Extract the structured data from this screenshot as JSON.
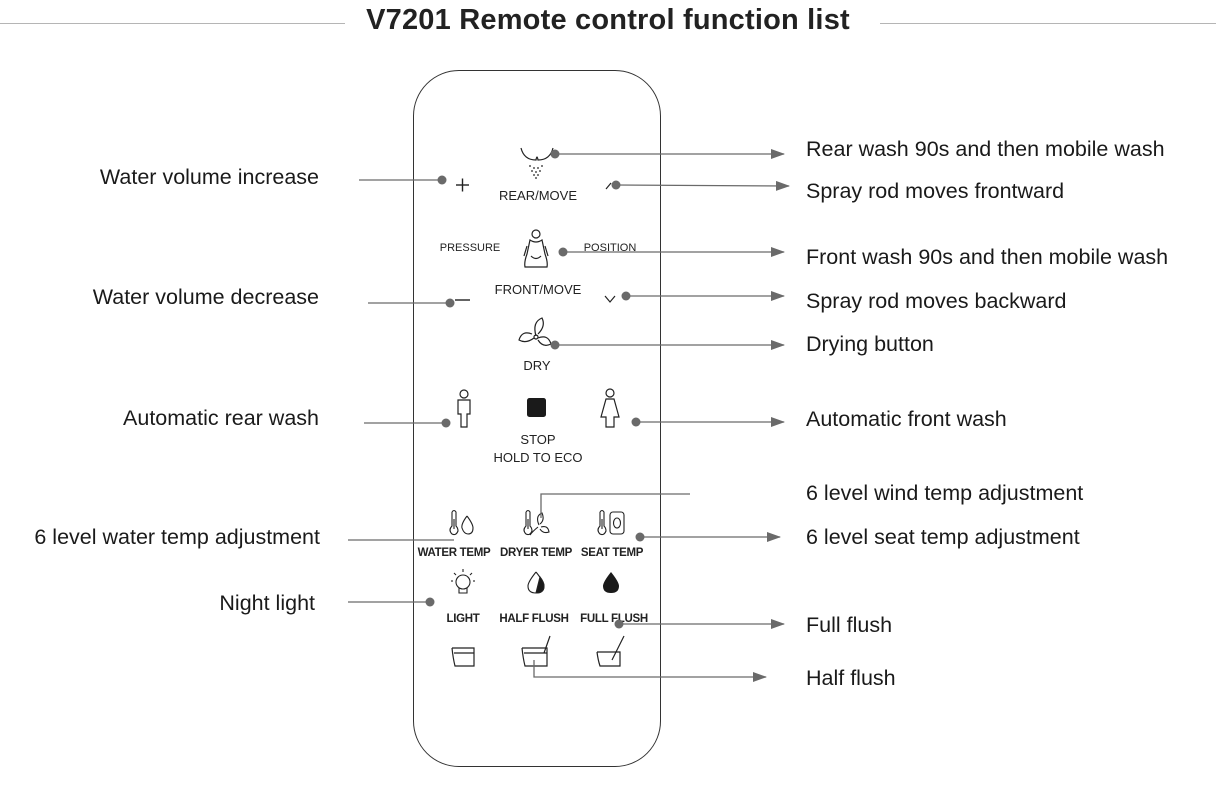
{
  "title": "V7201 Remote control function list",
  "remote": {
    "rear_move": "REAR/MOVE",
    "pressure": "PRESSURE",
    "position": "POSITION",
    "front_move": "FRONT/MOVE",
    "dry": "DRY",
    "stop": "STOP",
    "hold_to_eco": "HOLD TO ECO",
    "water_temp": "WATER TEMP",
    "dryer_temp": "DRYER TEMP",
    "seat_temp": "SEAT TEMP",
    "light": "LIGHT",
    "half_flush": "HALF FLUSH",
    "full_flush": "FULL FLUSH"
  },
  "left_labels": {
    "water_volume_increase": "Water volume increase",
    "water_volume_decrease": "Water volume decrease",
    "automatic_rear_wash": "Automatic rear wash",
    "water_temp_adjust": "6 level water temp adjustment",
    "night_light": "Night light"
  },
  "right_labels": {
    "rear_wash": "Rear wash 90s and then mobile wash",
    "spray_forward": "Spray rod moves frontward",
    "front_wash": "Front wash 90s and then mobile wash",
    "spray_backward": "Spray rod moves backward",
    "drying": "Drying button",
    "automatic_front_wash": "Automatic front wash",
    "wind_temp_adjust": "6 level wind temp adjustment",
    "seat_temp_adjust": "6 level seat temp adjustment",
    "full_flush": "Full flush",
    "half_flush": "Half flush"
  }
}
